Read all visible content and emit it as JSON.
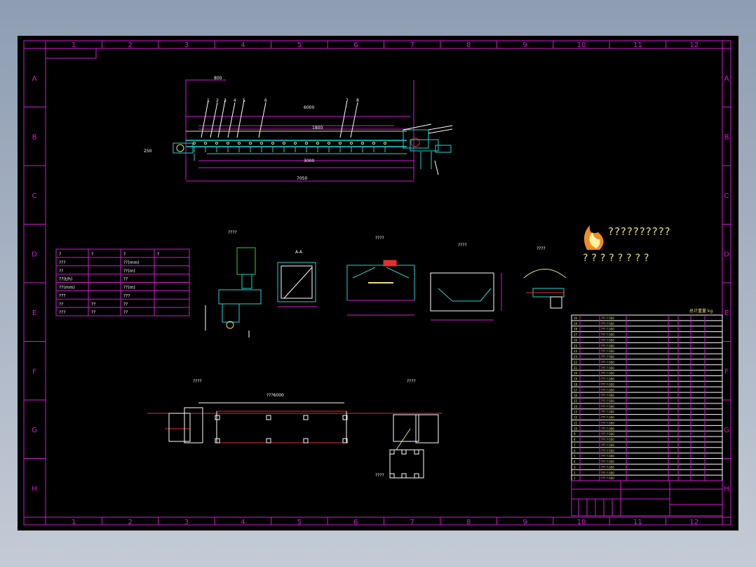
{
  "drawing": {
    "column_labels": [
      "1",
      "2",
      "3",
      "4",
      "5",
      "6",
      "7",
      "8",
      "9",
      "10",
      "11",
      "12"
    ],
    "row_labels": [
      "A",
      "B",
      "C",
      "D",
      "E",
      "F",
      "G",
      "H"
    ],
    "logo_title": "??????????",
    "logo_subtitle": "????????",
    "parts_table_header": "总计重量 kg",
    "colors": {
      "frame": "#d21ad2",
      "cyan": "#22d4d4",
      "yellow": "#e9e07a",
      "red": "#e23030",
      "white": "#ffffff",
      "green": "#2fd02f",
      "orange": "#f08a2a"
    }
  }
}
